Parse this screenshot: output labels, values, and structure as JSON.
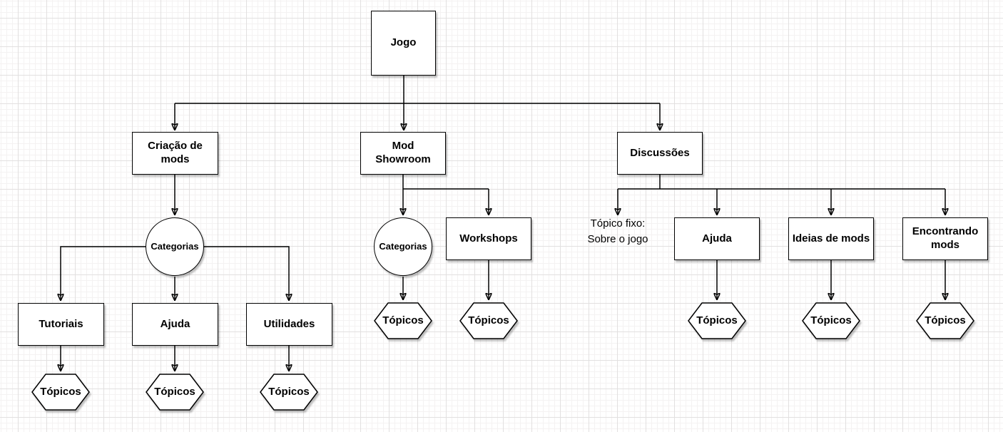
{
  "diagram": {
    "title": "Forum structure diagram (draw.io style)",
    "nodes": {
      "jogo": {
        "label": "Jogo",
        "shape": "rectangle"
      },
      "criacao_de_mods": {
        "label": "Criação de\nmods",
        "shape": "rectangle"
      },
      "mod_showroom": {
        "label": "Mod\nShowroom",
        "shape": "rectangle"
      },
      "discussoes": {
        "label": "Discussões",
        "shape": "rectangle"
      },
      "categorias_criacao": {
        "label": "Categorias",
        "shape": "circle"
      },
      "categorias_showroom": {
        "label": "Categorias",
        "shape": "circle"
      },
      "workshops": {
        "label": "Workshops",
        "shape": "rectangle"
      },
      "topico_fixo": {
        "label": "Tópico fixo:\nSobre o jogo",
        "shape": "text"
      },
      "ajuda_discussoes": {
        "label": "Ajuda",
        "shape": "rectangle"
      },
      "ideias_de_mods": {
        "label": "Ideias de mods",
        "shape": "rectangle"
      },
      "encontrando_mods": {
        "label": "Encontrando\nmods",
        "shape": "rectangle"
      },
      "tutoriais": {
        "label": "Tutoriais",
        "shape": "rectangle"
      },
      "ajuda_criacao": {
        "label": "Ajuda",
        "shape": "rectangle"
      },
      "utilidades": {
        "label": "Utilidades",
        "shape": "rectangle"
      },
      "topicos": {
        "label": "Tópicos",
        "shape": "hexagon"
      }
    },
    "colors": {
      "node_fill": "#ffffff",
      "node_border": "#000000",
      "edge": "#000000",
      "text": "#000000",
      "grid_major": "#e2e0e0",
      "grid_minor": "#f4f2f2",
      "shadow": "rgba(0,0,0,0.25)"
    }
  }
}
